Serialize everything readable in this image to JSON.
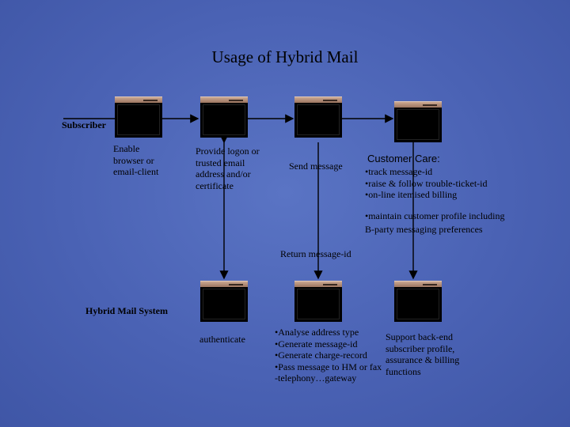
{
  "title": "Usage of Hybrid Mail",
  "labels": {
    "subscriber": "Subscriber",
    "system": "Hybrid Mail System",
    "enable": [
      "Enable",
      "browser or",
      "email-client"
    ],
    "provide": [
      "Provide logon or",
      "trusted email",
      "address and/or",
      "certificate"
    ],
    "send": "Send message",
    "care_title": "Customer Care:",
    "care_items": [
      "•track message-id",
      "•raise & follow trouble-ticket-id",
      "•on-line itemised billing"
    ],
    "care_extra": [
      "•maintain customer profile  including",
      "B-party  messaging preferences"
    ],
    "return": "Return  message-id",
    "authenticate": "authenticate",
    "analyse": [
      "•Analyse address type",
      "•Generate message-id",
      "•Generate charge-record",
      "•Pass message to HM or fax",
      "-telephony…gateway"
    ],
    "support": [
      "Support back-end",
      "subscriber profile,",
      "assurance & billing",
      "functions"
    ]
  }
}
